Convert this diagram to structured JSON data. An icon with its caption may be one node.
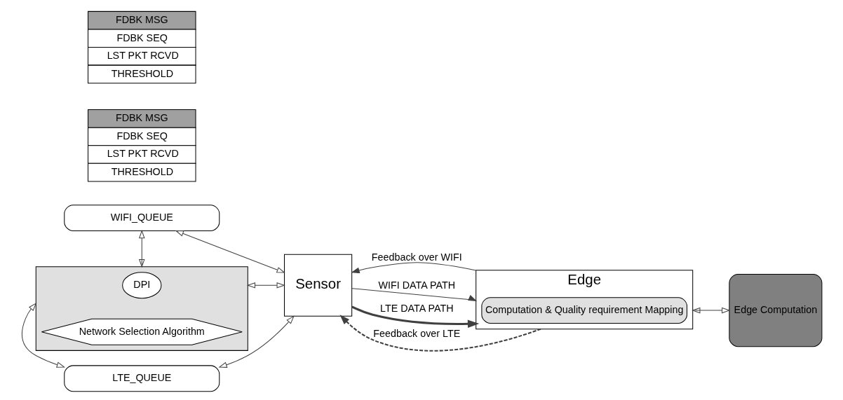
{
  "diagram": {
    "nodes": [
      {
        "text": [
          "WIFI_QUEUE"
        ]
      },
      {
        "text": [],
        "shape": "box"
      },
      {
        "text": [
          "DPI"
        ],
        "in": 1
      },
      {
        "text": [
          "Network Selection Algorithm"
        ],
        "in": 1
      },
      {
        "text": [
          "LTE_QUEUE"
        ]
      },
      {
        "text": [
          "Sensor"
        ]
      },
      {
        "text": [
          "FDBK MSG",
          "FDBK SEQ",
          "LST PKT RCVD",
          "THRESHOLD"
        ]
      },
      {
        "text": [
          "Edge"
        ]
      },
      {
        "text": [
          "Computation & Quality requirement Mapping"
        ],
        "in": 7
      },
      {
        "text": [
          "Edge Computation"
        ]
      },
      {
        "text": [
          "FDBK MSG",
          "FDBK SEQ",
          "LST PKT RCVD",
          "THRESHOLD"
        ]
      }
    ],
    "edges": [
      {
        "from": 0,
        "to": 1,
        "arrow": "both"
      },
      {
        "from": 0,
        "to": 5,
        "arrow": "both"
      },
      {
        "from": 1,
        "to": 5,
        "arrow": "both"
      },
      {
        "from": 1,
        "to": 4,
        "arrow": "both"
      },
      {
        "from": 5,
        "to": 4,
        "arrow": "both"
      },
      {
        "from": 7,
        "to": 5,
        "label": "Feedback over WIFI",
        "arrow": "to"
      },
      {
        "from": 5,
        "to": 7,
        "label": "WIFI DATA PATH",
        "arrow": "to"
      },
      {
        "from": 5,
        "to": 7,
        "label": "LTE DATA PATH",
        "arrow": "to",
        "style": "thick"
      },
      {
        "from": 7,
        "to": 5,
        "label": "Feedback over LTE",
        "arrow": "to",
        "style": "dashed"
      },
      {
        "from": 7,
        "to": 9,
        "arrow": "both"
      }
    ]
  }
}
